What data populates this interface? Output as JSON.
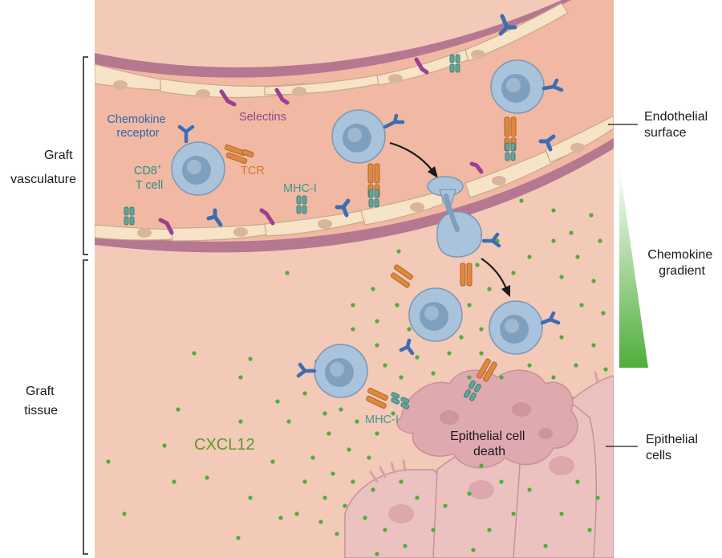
{
  "regions": {
    "graft_vasculature": [
      "Graft",
      "vasculature"
    ],
    "graft_tissue": [
      "Graft",
      "tissue"
    ]
  },
  "right_labels": {
    "endothelial_surface": [
      "Endothelial",
      "surface"
    ],
    "chemokine_gradient": [
      "Chemokine",
      "gradient"
    ],
    "epithelial_cells": [
      "Epithelial",
      "cells"
    ]
  },
  "annotations": {
    "chemokine_receptor": [
      "Chemokine",
      "receptor"
    ],
    "selectins": "Selectins",
    "tcr": "TCR",
    "cd8_prefix": "CD8",
    "cd8_sup": "+",
    "t_cell": "T cell",
    "mhc_i_vessel": "MHC-I",
    "mhc_i_tissue": "MHC-I",
    "cxcl12": "CXCL12",
    "epithelial_cell_death": [
      "Epithelial cell",
      "death"
    ]
  },
  "colors": {
    "tissue_background": "#f3c9b8",
    "vessel_lumen": "#f1b9a3",
    "vessel_wall": "#b57890",
    "endothelium": "#f7e3c8",
    "t_cell": "#a9c3dc",
    "nucleus": "#7f9fbe",
    "chemokine_receptor": "#3b6db3",
    "tcr": "#e0883e",
    "mhc_i": "#5fa79d",
    "selectin": "#9b3f93",
    "cxcl12_dot": "#4fae3a",
    "epithelium": "#ecc2c0",
    "dying_epithelium": "#dfa9b0",
    "label_blue": "#2f66b0",
    "label_orange": "#d9772f",
    "label_teal": "#3f9a8d",
    "label_purple": "#8a4c86",
    "label_green": "#5b9a2b"
  }
}
